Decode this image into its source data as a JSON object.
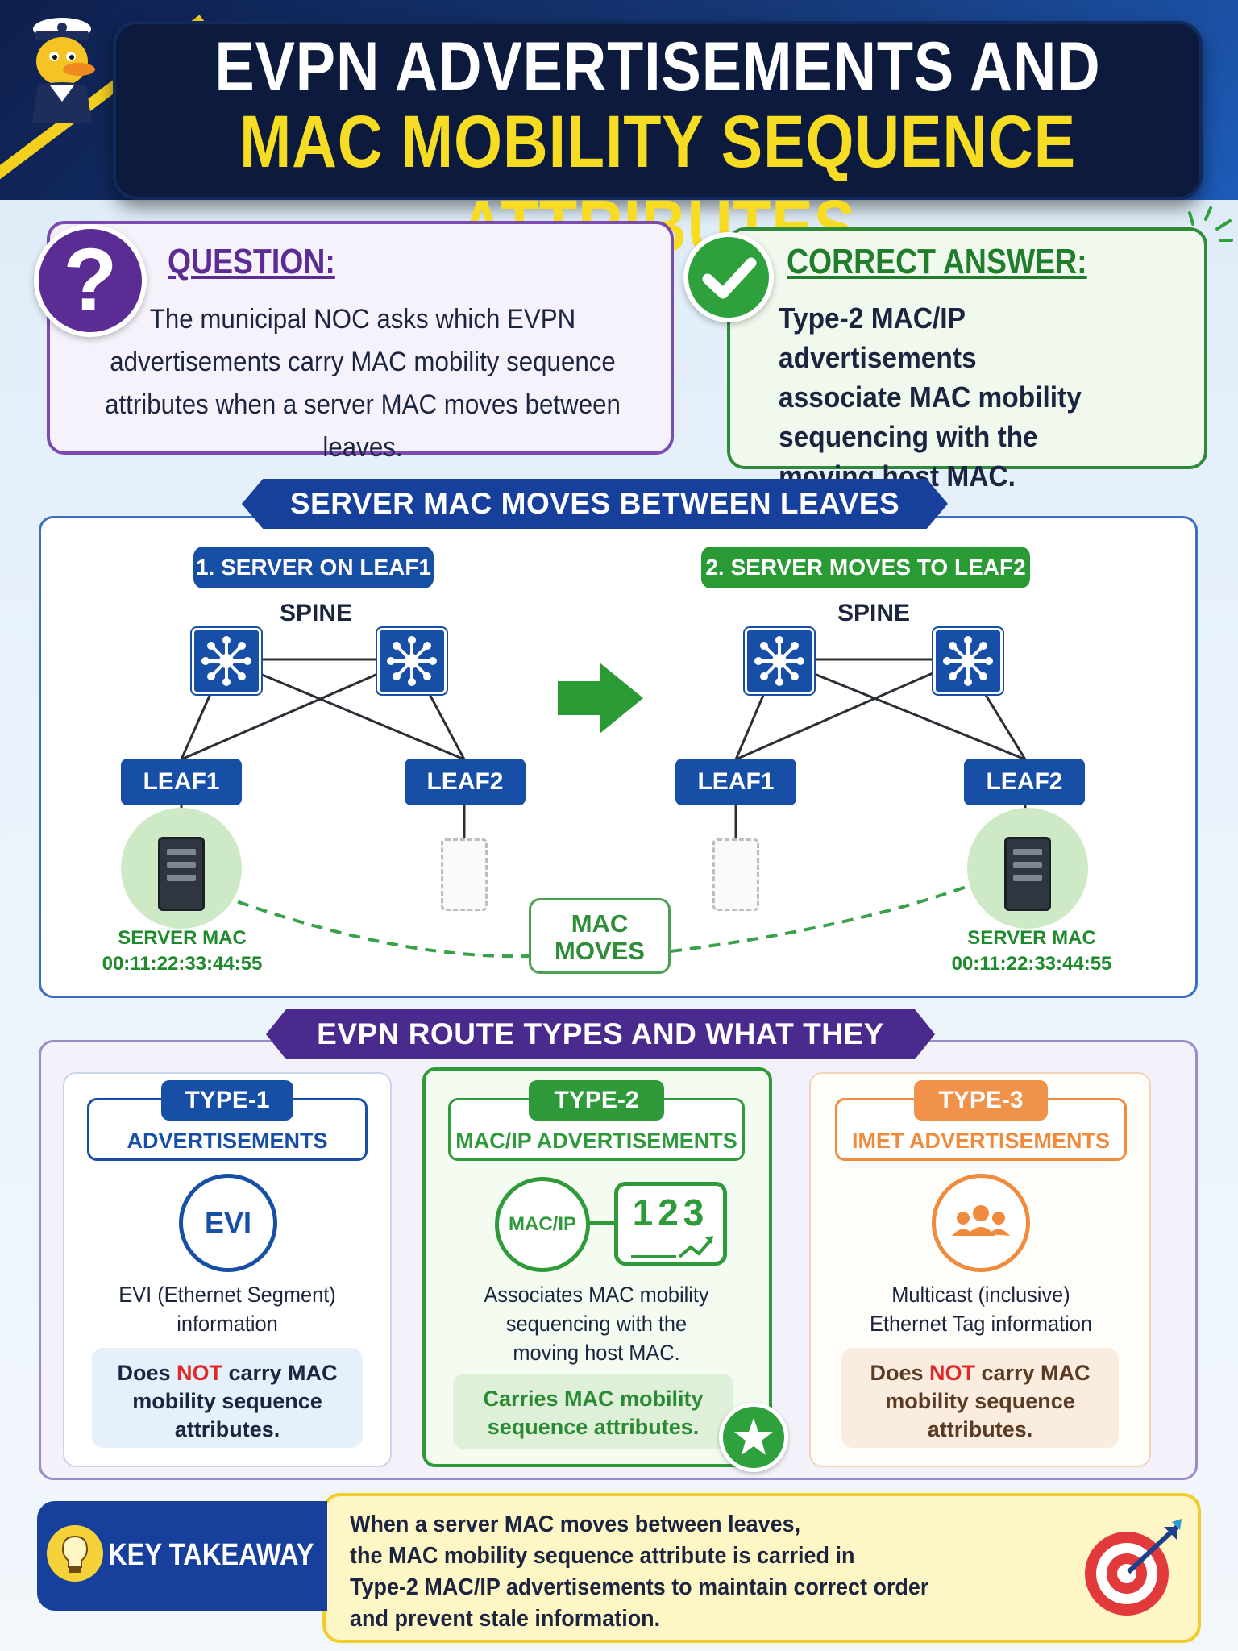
{
  "header": {
    "title_line1": "EVPN ADVERTISEMENTS AND",
    "title_line2": "MAC MOBILITY SEQUENCE ATTRIBUTES",
    "accent_color": "#f6dc22"
  },
  "question": {
    "heading": "QUESTION:",
    "icon": "question-mark-icon",
    "lines": [
      "The municipal NOC asks which EVPN",
      "advertisements carry MAC mobility sequence",
      "attributes when a server MAC moves between leaves."
    ]
  },
  "answer": {
    "heading": "CORRECT ANSWER:",
    "icon": "checkmark-icon",
    "lines": [
      "Type-2 MAC/IP advertisements",
      "associate MAC mobility",
      "sequencing with the",
      "moving host MAC."
    ]
  },
  "diagram": {
    "banner": "SERVER MAC MOVES BETWEEN LEAVES",
    "step1_label": "1. SERVER ON LEAF1",
    "step2_label": "2. SERVER MOVES TO LEAF2",
    "spine_label": "SPINE",
    "leaf1_label": "LEAF1",
    "leaf2_label": "LEAF2",
    "server_label": "SERVER MAC",
    "server_mac": "00:11:22:33:44:55",
    "move_label_line1": "MAC",
    "move_label_line2": "MOVES"
  },
  "route_types": {
    "banner": "EVPN ROUTE TYPES AND WHAT THEY CARRY",
    "items": [
      {
        "tag": "TYPE-1",
        "subtitle": "ADVERTISEMENTS",
        "icon_text": "EVI",
        "desc_lines": [
          "EVI (Ethernet Segment)",
          "information"
        ],
        "note_prefix": "Does ",
        "note_not": "NOT",
        "note_rest": " carry MAC",
        "note_lines": [
          "mobility sequence",
          "attributes."
        ],
        "color": "#174ea6"
      },
      {
        "tag": "TYPE-2",
        "subtitle": "MAC/IP ADVERTISEMENTS",
        "icon_text": "MAC/IP",
        "counter_text": "123",
        "desc_lines": [
          "Associates MAC mobility",
          "sequencing with the",
          "moving host MAC."
        ],
        "note_lines": [
          "Carries MAC mobility",
          "sequence attributes."
        ],
        "color": "#2f9a3a"
      },
      {
        "tag": "TYPE-3",
        "subtitle": "IMET ADVERTISEMENTS",
        "icon": "group-icon",
        "desc_lines": [
          "Multicast (inclusive)",
          "Ethernet Tag information"
        ],
        "note_prefix": "Does ",
        "note_not": "NOT",
        "note_rest": " carry MAC",
        "note_lines": [
          "mobility sequence",
          "attributes."
        ],
        "color": "#f08a3c"
      }
    ]
  },
  "takeaway": {
    "label": "KEY TAKEAWAY",
    "lines": [
      "When a server MAC moves between leaves,",
      "the MAC mobility sequence attribute is carried in",
      "Type-2 MAC/IP advertisements to maintain correct order",
      "and prevent stale information."
    ]
  }
}
